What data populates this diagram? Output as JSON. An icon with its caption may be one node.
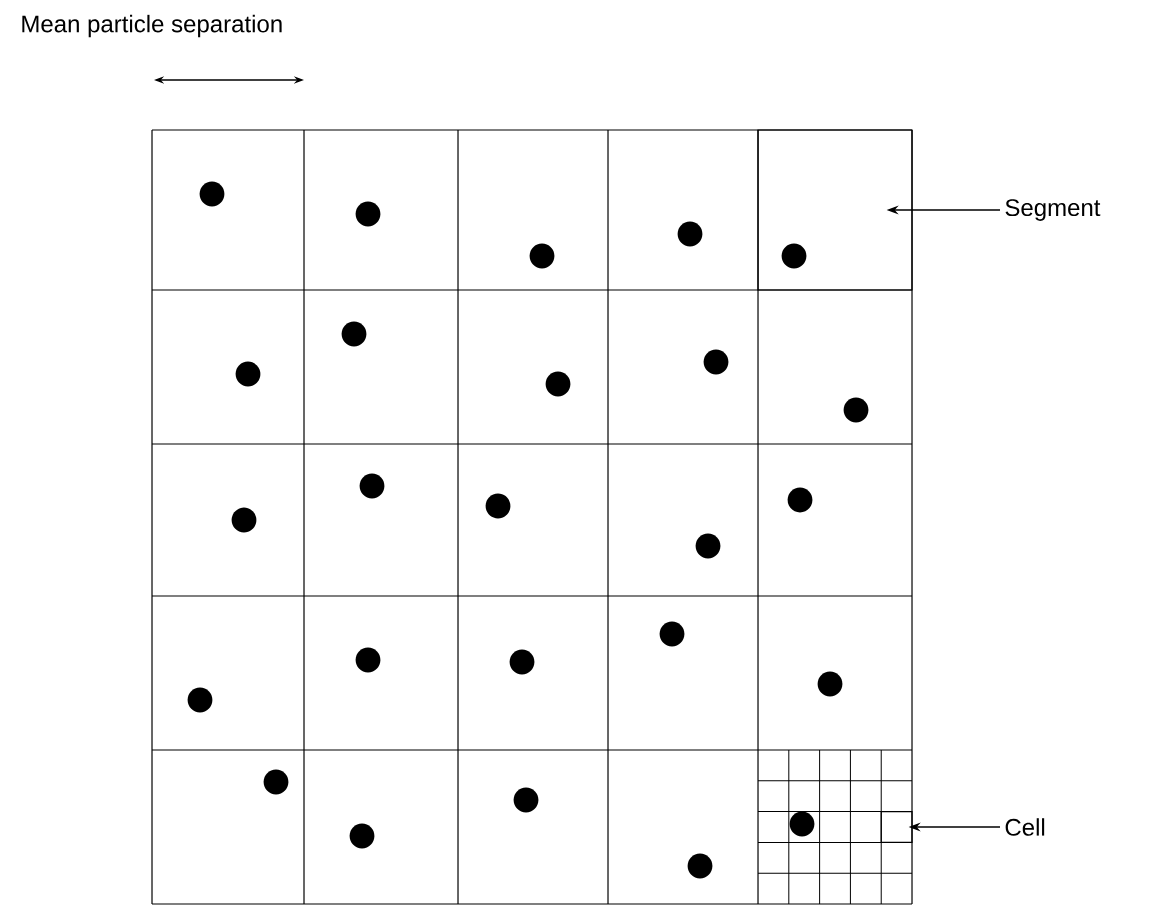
{
  "diagram": {
    "nodes": [
      {
        "text": [
          "Segment"
        ]
      },
      {
        "text": [],
        "shape": "box"
      },
      {
        "text": [
          "Cell"
        ]
      },
      {
        "text": [],
        "shape": "box"
      }
    ],
    "edges": [
      {
        "from": 0,
        "to": 1,
        "arrow": "to"
      },
      {
        "from": 2,
        "to": 3,
        "arrow": "to"
      }
    ],
    "labels": [
      "Mean particle separation"
    ]
  }
}
